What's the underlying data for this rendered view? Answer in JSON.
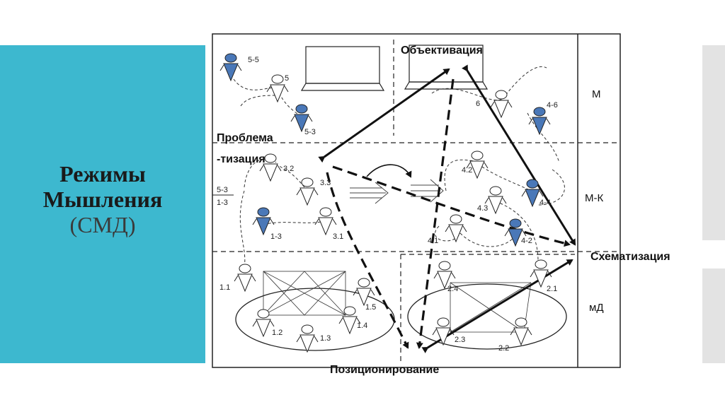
{
  "title": {
    "line1": "Режимы",
    "line2": "Мышления",
    "line3": "(СМД)"
  },
  "levels": {
    "m": "М",
    "mk": "М-К",
    "md": "мД"
  },
  "processes": {
    "objectivation": "Объективация",
    "problematization_1": "Проблема",
    "problematization_2": "-тизация",
    "schematization": "Схематизация",
    "positioning": "Позиционирование"
  },
  "figures": [
    {
      "label": "5-5",
      "filled": true
    },
    {
      "label": "5",
      "filled": false
    },
    {
      "label": "5-3",
      "filled": true
    },
    {
      "label": "6",
      "filled": false
    },
    {
      "label": "4-6",
      "filled": true
    },
    {
      "label": "3.2",
      "filled": false
    },
    {
      "label": "3.3",
      "filled": false
    },
    {
      "label": "1-3",
      "filled": true
    },
    {
      "label": "3.1",
      "filled": false
    },
    {
      "label": "4.2",
      "filled": false
    },
    {
      "label": "4.3",
      "filled": false
    },
    {
      "label": "4-4",
      "filled": true
    },
    {
      "label": "4.1",
      "filled": false
    },
    {
      "label": "4-2",
      "filled": true
    },
    {
      "label": "1.1",
      "filled": false
    },
    {
      "label": "1.2",
      "filled": false
    },
    {
      "label": "1.3",
      "filled": false
    },
    {
      "label": "1.4",
      "filled": false
    },
    {
      "label": "1.5",
      "filled": false
    },
    {
      "label": "2.1",
      "filled": false
    },
    {
      "label": "2.2",
      "filled": false
    },
    {
      "label": "2.3",
      "filled": false
    },
    {
      "label": "2.4",
      "filled": false
    }
  ],
  "side_labels": {
    "left_5_3": "5-3",
    "left_1_3": "1-3"
  },
  "colors": {
    "panel": "#3db8cf",
    "figure_fill": "#4a78b8",
    "stripe": "#e3e3e3"
  }
}
